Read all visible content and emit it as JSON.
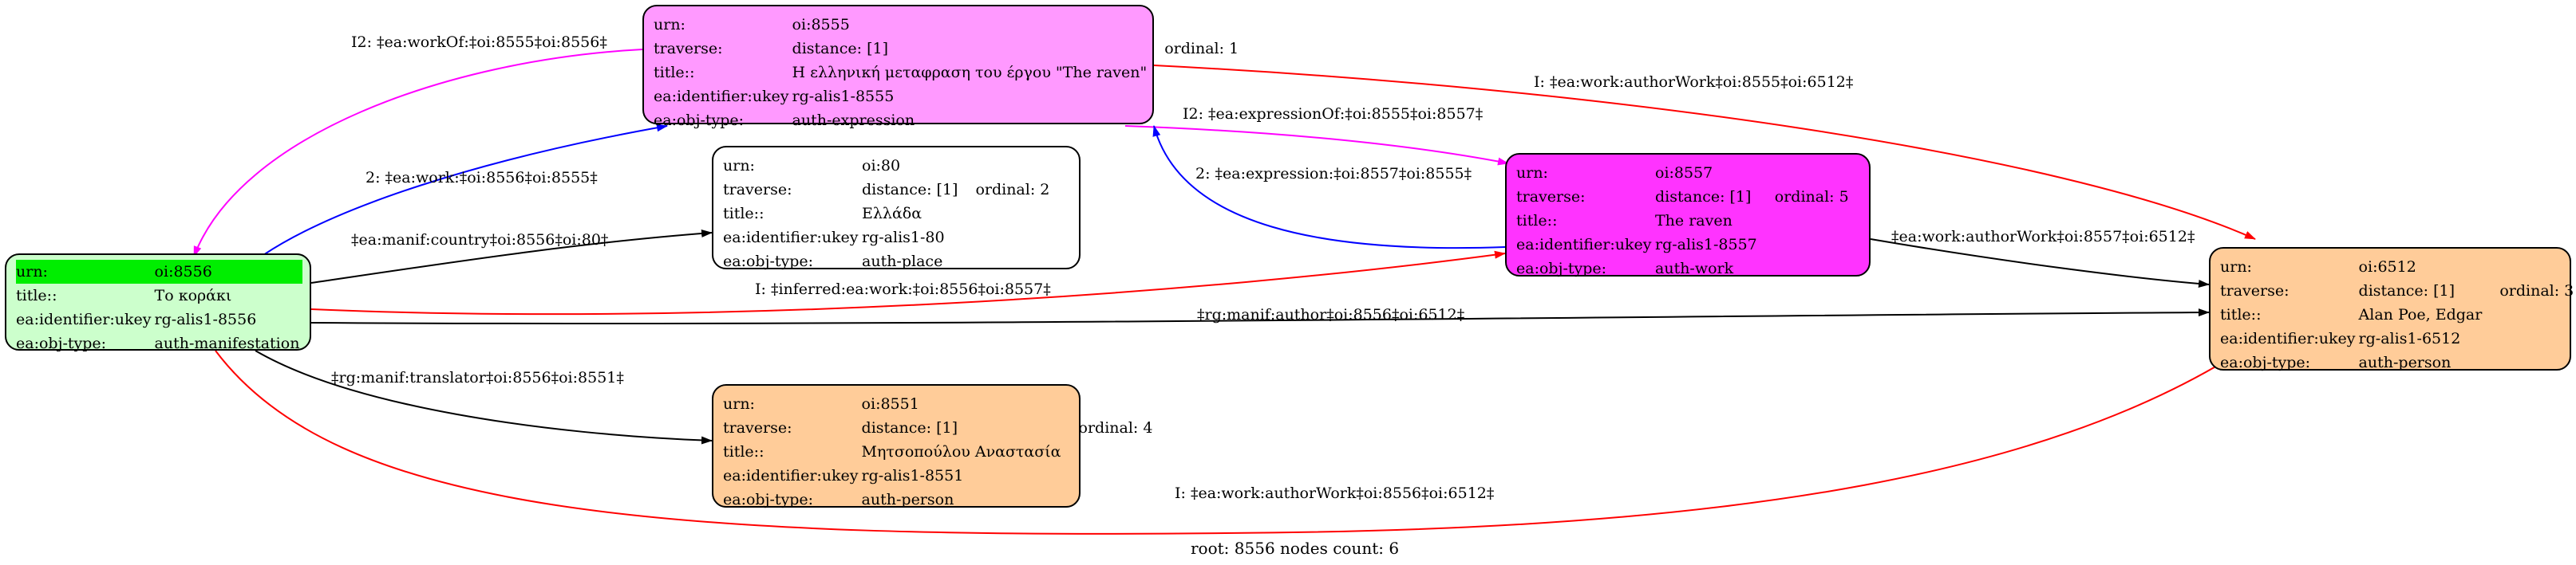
{
  "nodes": {
    "n8555": {
      "rows": [
        {
          "k": "urn:",
          "v": "oi:8555"
        },
        {
          "k": "traverse:",
          "v": "distance: [1]",
          "v2": "ordinal: 1"
        },
        {
          "k": "title::",
          "v": "Η ελληνική μεταφραση του έργου \"The raven\""
        },
        {
          "k": "ea:identifier:ukey",
          "v": "rg-alis1-8555"
        },
        {
          "k": "ea:obj-type:",
          "v": "auth-expression"
        }
      ],
      "fill": "#ff99ff"
    },
    "n8556": {
      "rows": [
        {
          "k": "urn:",
          "v": "oi:8556"
        },
        {
          "k": "title::",
          "v": "Το κοράκι"
        },
        {
          "k": "ea:identifier:ukey",
          "v": "rg-alis1-8556"
        },
        {
          "k": "ea:obj-type:",
          "v": "auth-manifestation"
        }
      ],
      "fill": "#ccffcc",
      "header_fill": "#00ee00"
    },
    "n80": {
      "rows": [
        {
          "k": "urn:",
          "v": "oi:80"
        },
        {
          "k": "traverse:",
          "v": "distance: [1]",
          "v2": "ordinal: 2"
        },
        {
          "k": "title::",
          "v": "Ελλάδα"
        },
        {
          "k": "ea:identifier:ukey",
          "v": "rg-alis1-80"
        },
        {
          "k": "ea:obj-type:",
          "v": "auth-place"
        }
      ],
      "fill": "#ffffff"
    },
    "n8557": {
      "rows": [
        {
          "k": "urn:",
          "v": "oi:8557"
        },
        {
          "k": "traverse:",
          "v": "distance: [1]",
          "v2": "ordinal: 5"
        },
        {
          "k": "title::",
          "v": "The raven"
        },
        {
          "k": "ea:identifier:ukey",
          "v": "rg-alis1-8557"
        },
        {
          "k": "ea:obj-type:",
          "v": "auth-work"
        }
      ],
      "fill": "#ff33ff"
    },
    "n8551": {
      "rows": [
        {
          "k": "urn:",
          "v": "oi:8551"
        },
        {
          "k": "traverse:",
          "v": "distance: [1]",
          "v2": "ordinal: 4"
        },
        {
          "k": "title::",
          "v": "Μητσοπούλου Αναστασία"
        },
        {
          "k": "ea:identifier:ukey",
          "v": "rg-alis1-8551"
        },
        {
          "k": "ea:obj-type:",
          "v": "auth-person"
        }
      ],
      "fill": "#ffcc99"
    },
    "n6512": {
      "rows": [
        {
          "k": "urn:",
          "v": "oi:6512"
        },
        {
          "k": "traverse:",
          "v": "distance: [1]",
          "v2": "ordinal: 3"
        },
        {
          "k": "title::",
          "v": "Alan Poe, Edgar"
        },
        {
          "k": "ea:identifier:ukey",
          "v": "rg-alis1-6512"
        },
        {
          "k": "ea:obj-type:",
          "v": "auth-person"
        }
      ],
      "fill": "#ffcc99"
    }
  },
  "edges": [
    {
      "label": "I2: ‡ea:workOf:‡oi:8555‡oi:8556‡",
      "color": "#ff00ff"
    },
    {
      "label": "2: ‡ea:work:‡oi:8556‡oi:8555‡",
      "color": "#0000ff"
    },
    {
      "label": "I: ‡ea:work:authorWork‡oi:8555‡oi:6512‡",
      "color": "#ff0000"
    },
    {
      "label": "I2: ‡ea:expressionOf:‡oi:8555‡oi:8557‡",
      "color": "#ff00ff"
    },
    {
      "label": "2: ‡ea:expression:‡oi:8557‡oi:8555‡",
      "color": "#0000ff"
    },
    {
      "label": "‡ea:manif:country‡oi:8556‡oi:80‡",
      "color": "#000000"
    },
    {
      "label": "‡ea:work:authorWork‡oi:8557‡oi:6512‡",
      "color": "#000000"
    },
    {
      "label": "I: ‡inferred:ea:work:‡oi:8556‡oi:8557‡",
      "color": "#ff0000"
    },
    {
      "label": "‡rg:manif:author‡oi:8556‡oi:6512‡",
      "color": "#000000"
    },
    {
      "label": "‡rg:manif:translator‡oi:8556‡oi:8551‡",
      "color": "#000000"
    },
    {
      "label": "I: ‡ea:work:authorWork‡oi:8556‡oi:6512‡",
      "color": "#ff0000"
    }
  ],
  "footer": "root: 8556 nodes count: 6"
}
